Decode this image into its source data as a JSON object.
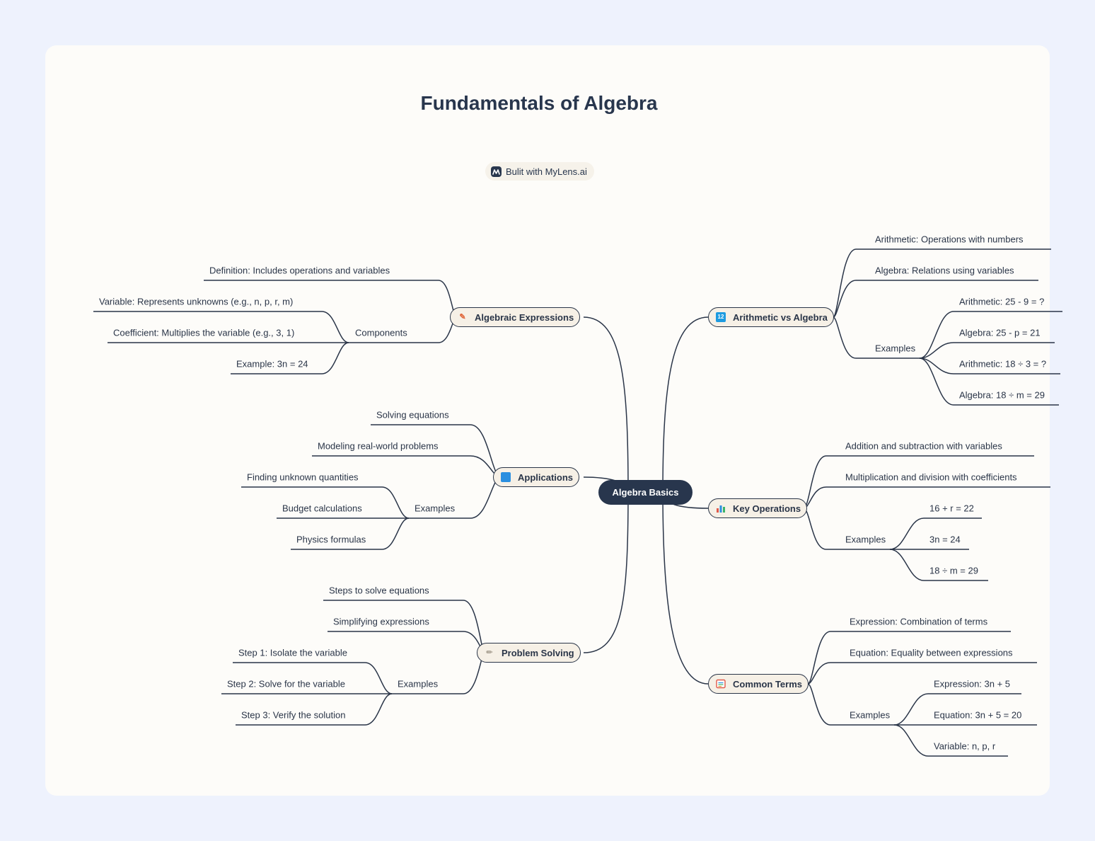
{
  "title": "Fundamentals of Algebra",
  "badge": {
    "text": "Bulit with MyLens.ai"
  },
  "root": "Algebra Basics",
  "colors": {
    "background": "#eef2fd",
    "card": "#fdfcf9",
    "line": "#2a3548",
    "node_fill": "#f6f0e6",
    "root_fill": "#28364d"
  },
  "branches": {
    "algebraic_expressions": {
      "label": "Algebraic Expressions",
      "icon": "pencil-icon",
      "definition": "Definition: Includes operations and variables",
      "components": "Components",
      "variable": "Variable: Represents unknowns (e.g., n, p, r, m)",
      "coefficient": "Coefficient: Multiplies the variable (e.g., 3, 1)",
      "example": "Example: 3n = 24"
    },
    "applications": {
      "label": "Applications",
      "icon": "book-icon",
      "solving": "Solving equations",
      "modeling": "Modeling real-world problems",
      "examples": "Examples",
      "items": [
        "Finding unknown quantities",
        "Budget calculations",
        "Physics formulas"
      ]
    },
    "problem_solving": {
      "label": "Problem Solving",
      "icon": "ruler-icon",
      "steps": "Steps to solve equations",
      "simplifying": "Simplifying expressions",
      "examples": "Examples",
      "items": [
        "Step 1: Isolate the variable",
        "Step 2: Solve for the variable",
        "Step 3: Verify the solution"
      ]
    },
    "arithmetic_vs_algebra": {
      "label": "Arithmetic vs Algebra",
      "icon": "numbers-icon",
      "arithmetic": "Arithmetic: Operations with numbers",
      "algebra": "Algebra: Relations using variables",
      "examples": "Examples",
      "items": [
        "Arithmetic: 25 - 9 = ?",
        "Algebra: 25 - p = 21",
        "Arithmetic: 18 ÷ 3 = ?",
        "Algebra: 18 ÷ m = 29"
      ]
    },
    "key_operations": {
      "label": "Key Operations",
      "icon": "bar-chart-icon",
      "addition": "Addition and subtraction with variables",
      "multiplication": "Multiplication and division with coefficients",
      "examples": "Examples",
      "items": [
        "16 + r = 22",
        "3n = 24",
        "18 ÷ m = 29"
      ]
    },
    "common_terms": {
      "label": "Common Terms",
      "icon": "calendar-icon",
      "expression": "Expression: Combination of terms",
      "equation": "Equation: Equality between expressions",
      "examples": "Examples",
      "items": [
        "Expression: 3n + 5",
        "Equation: 3n + 5 = 20",
        "Variable: n, p, r"
      ]
    }
  }
}
